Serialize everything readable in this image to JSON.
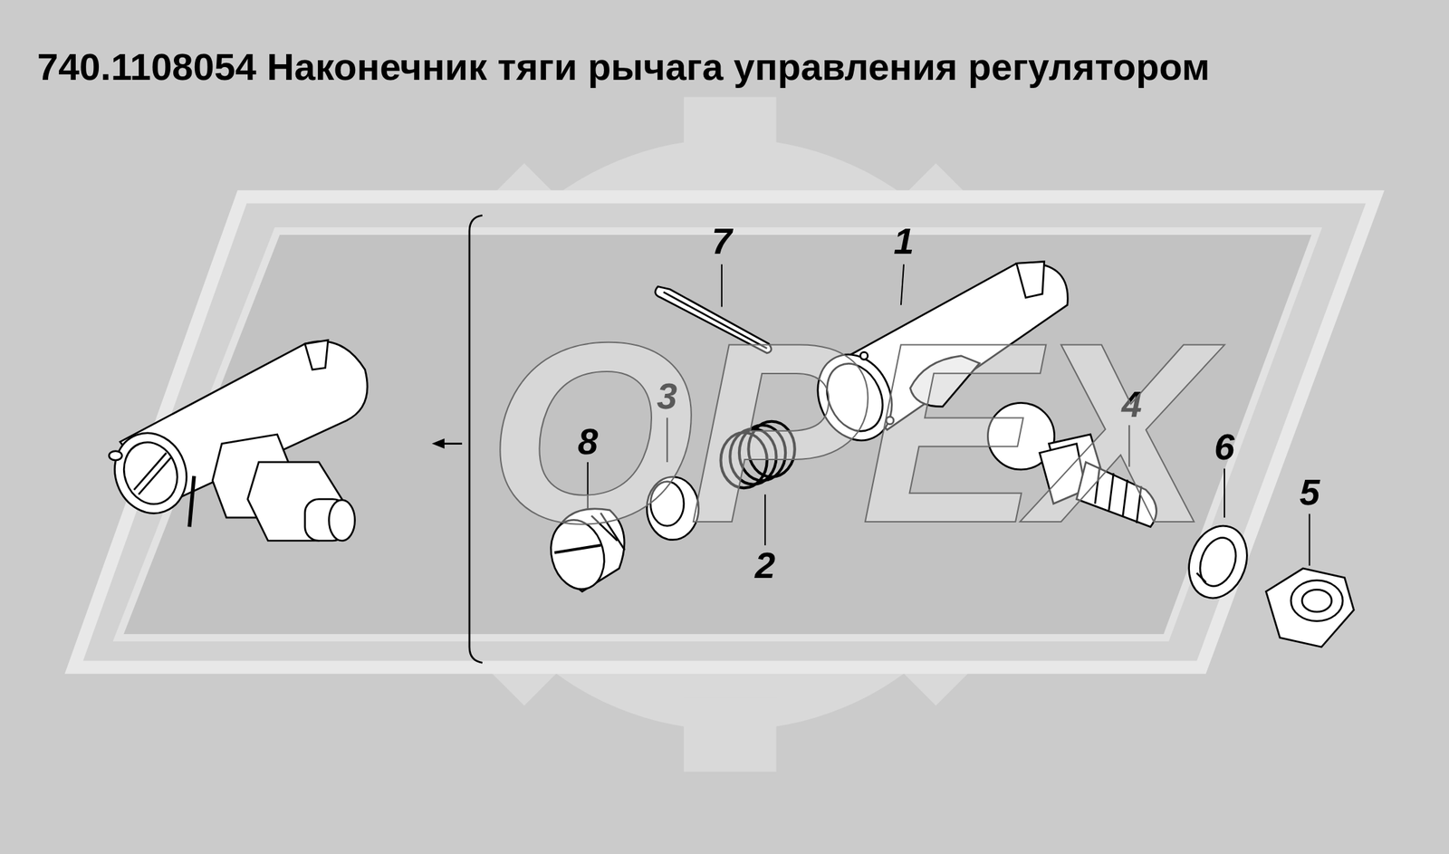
{
  "diagram": {
    "title": "740.1108054  Наконечник тяги рычага управления регулятором",
    "labels": [
      "7",
      "1",
      "3",
      "8",
      "4",
      "6",
      "5",
      "2",
      "OPEX"
    ]
  }
}
